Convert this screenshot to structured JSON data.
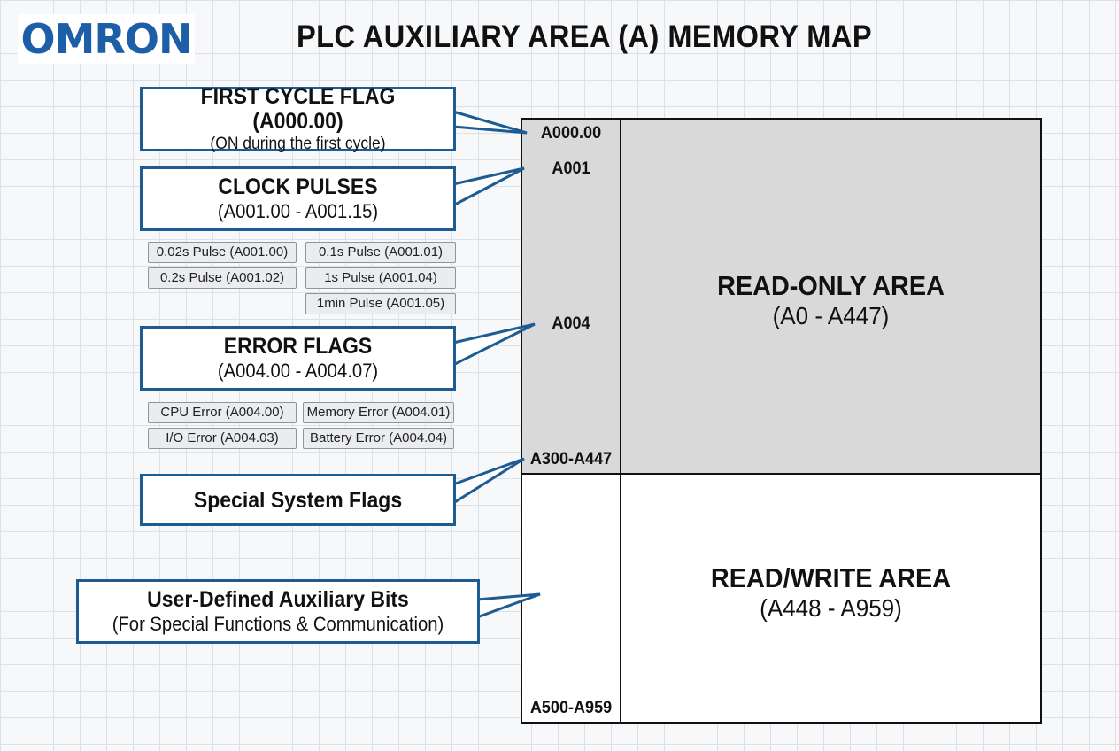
{
  "header": {
    "logo_text": "OMRON",
    "title": "PLC AUXILIARY AREA (A) MEMORY MAP"
  },
  "callouts": {
    "first_cycle": {
      "heading": "FIRST CYCLE FLAG (A000.00)",
      "sub": "(ON during the first cycle)"
    },
    "clock_pulses": {
      "heading": "CLOCK PULSES",
      "sub": "(A001.00 - A001.15)"
    },
    "error_flags": {
      "heading": "ERROR FLAGS",
      "sub": "(A004.00 - A004.07)"
    },
    "special_system": {
      "heading": "Special System Flags"
    },
    "user_defined": {
      "heading": "User-Defined Auxiliary Bits",
      "sub": "(For Special Functions & Communication)"
    }
  },
  "clock_pulse_items": [
    "0.02s Pulse (A001.00)",
    "0.1s Pulse (A001.01)",
    "0.2s Pulse (A001.02)",
    "1s Pulse (A001.04)",
    "1min Pulse (A001.05)"
  ],
  "error_flag_items": [
    "CPU Error (A004.00)",
    "Memory Error (A004.01)",
    "I/O Error (A004.03)",
    "Battery Error (A004.04)"
  ],
  "address_labels": {
    "a000": "A000.00",
    "a001": "A001",
    "a004": "A004",
    "a300": "A300-A447",
    "a500": "A500-A959"
  },
  "areas": {
    "read_only": {
      "title": "READ-ONLY AREA",
      "range": "(A0 - A447)",
      "fill": "#d9d9d9"
    },
    "read_write": {
      "title": "READ/WRITE AREA",
      "range": "(A448 - A959)",
      "fill": "#ffffff"
    }
  },
  "colors": {
    "brand": "#1d5fa6",
    "callout_border": "#1d5b93",
    "leader_line": "#1d5b93"
  }
}
